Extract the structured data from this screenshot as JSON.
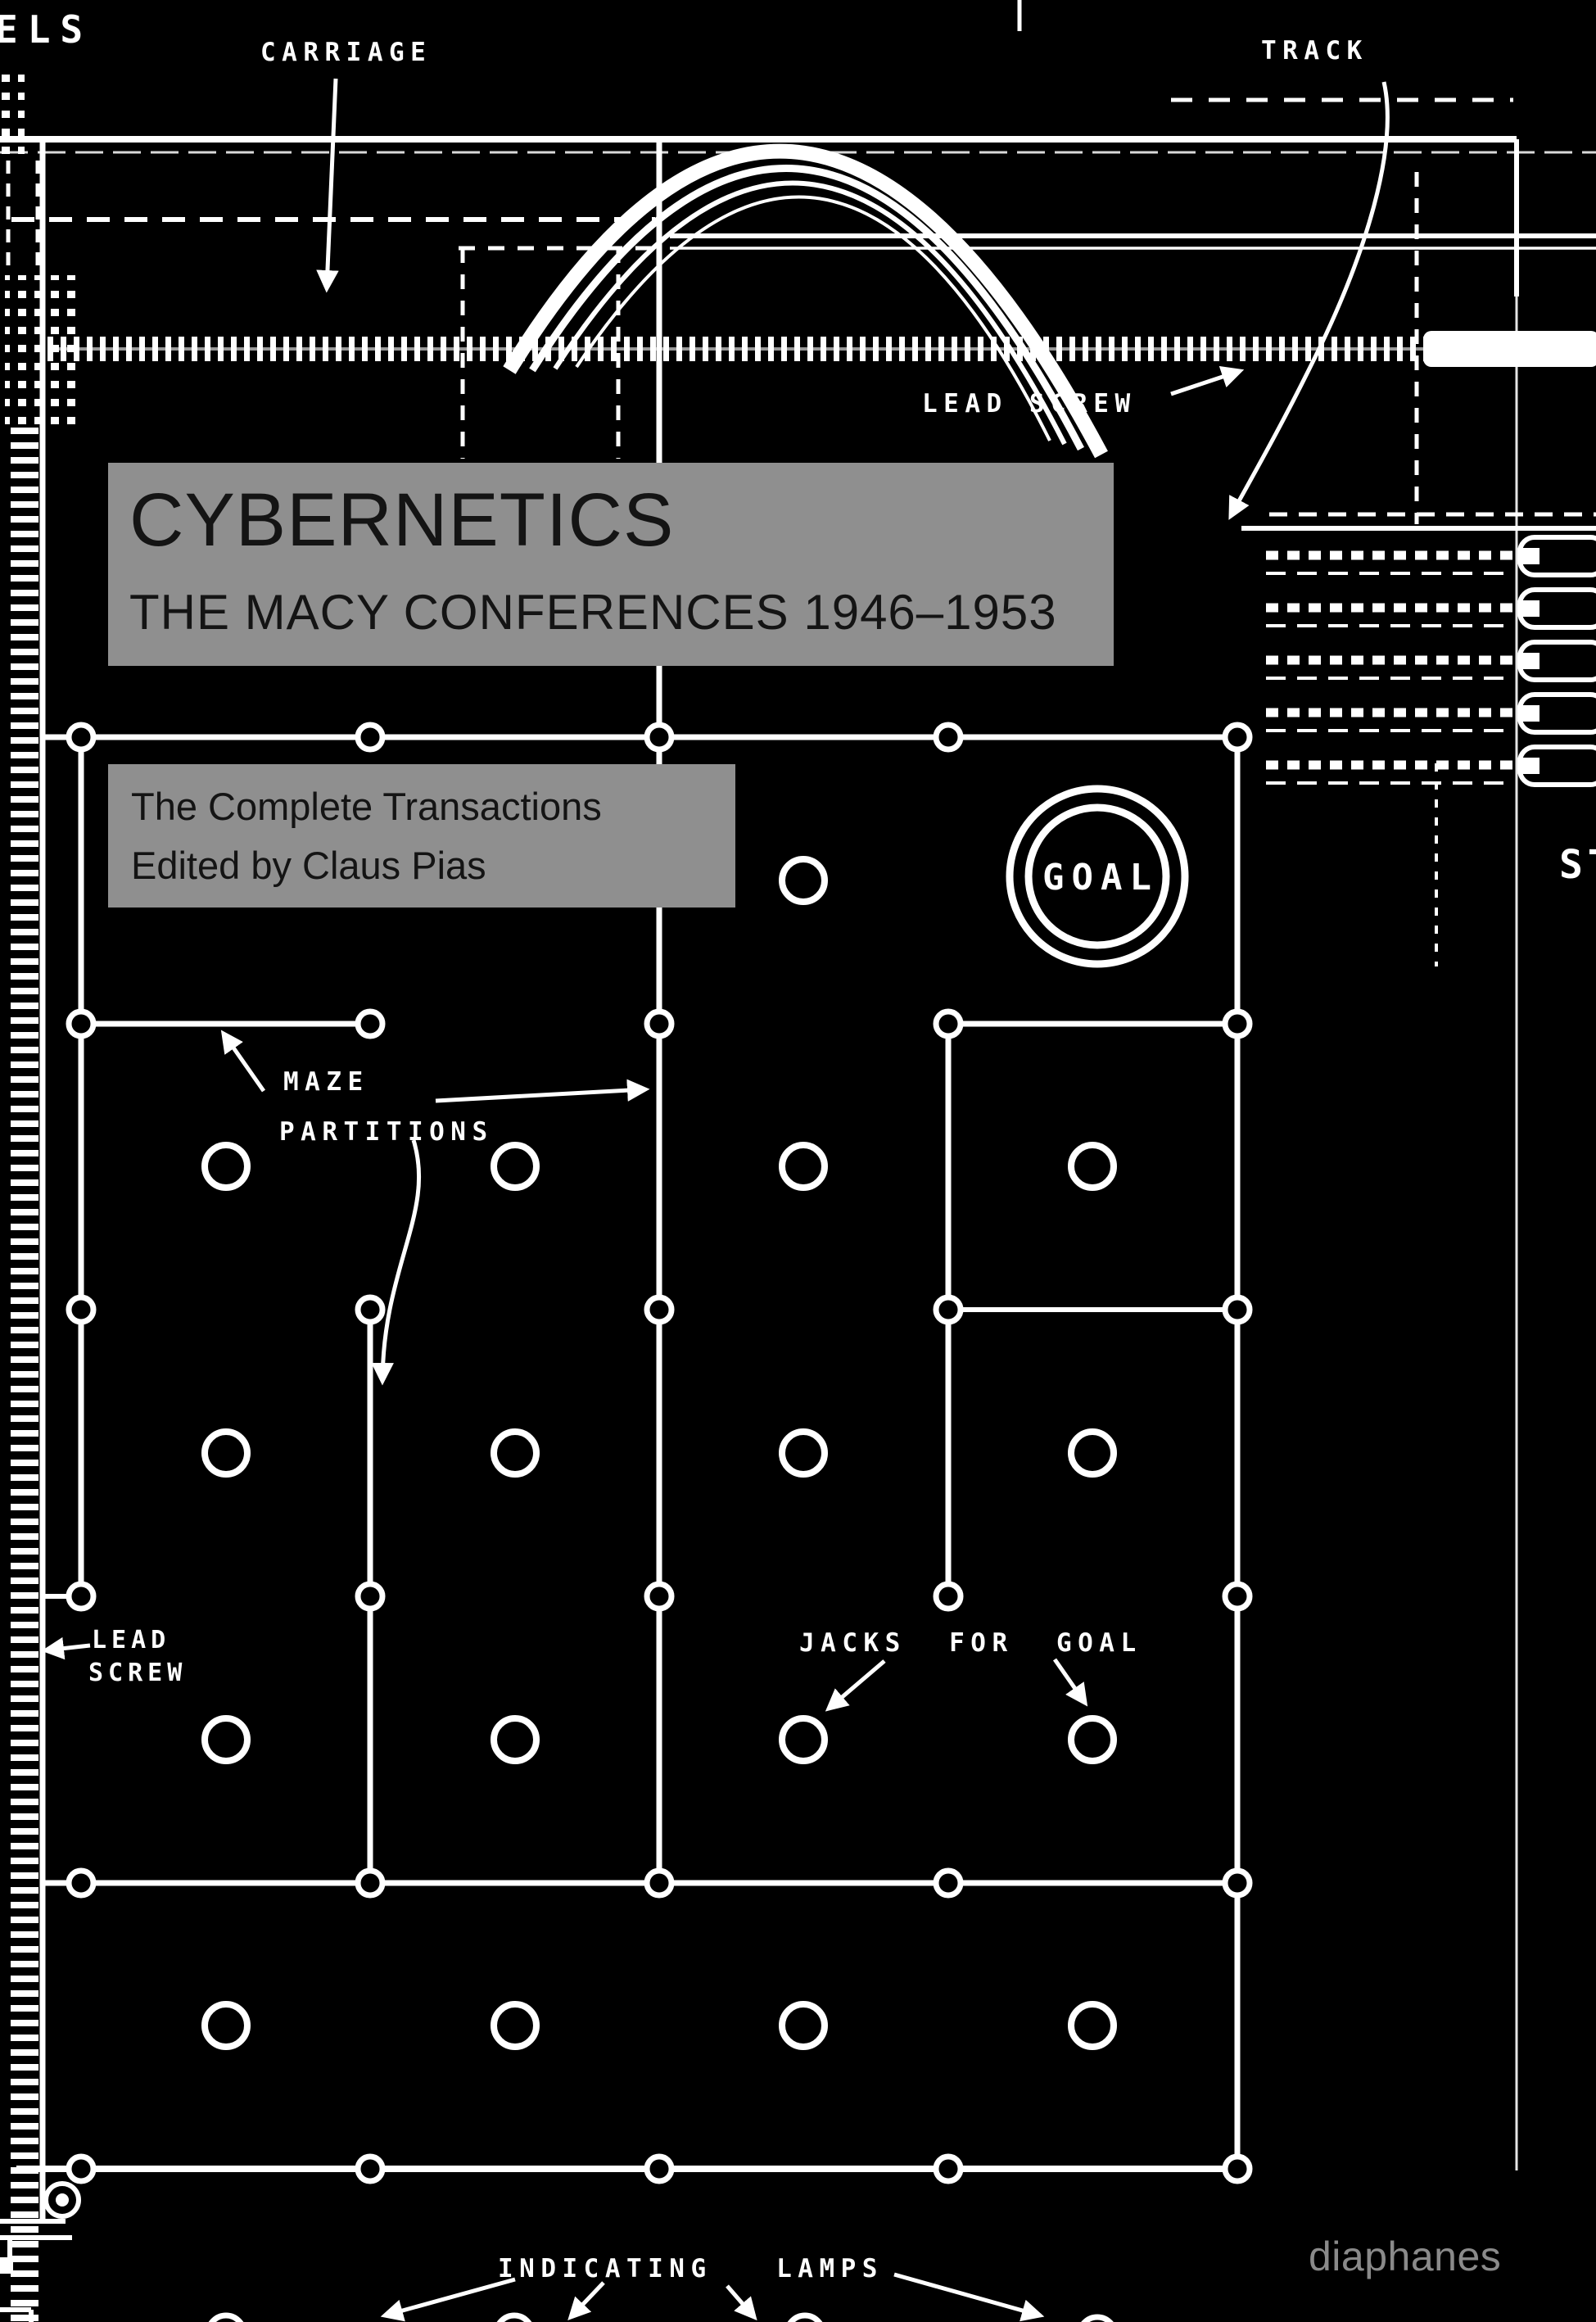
{
  "cover": {
    "title": "CYBERNETICS",
    "subtitle": "THE MACY CONFERENCES 1946–1953",
    "edition_line1": "The Complete Transactions",
    "edition_line2": "Edited by Claus Pias",
    "publisher": "diaphanes"
  },
  "diagram": {
    "labels": {
      "wheels_partial": "ELS",
      "carriage": "CARRIAGE",
      "track": "TRACK",
      "lead_screw": "LEAD SCREW",
      "lead_left_1": "LEAD",
      "lead_left_2": "SCREW",
      "maze_1": "MAZE",
      "maze_2": "PARTITIONS",
      "jacks_for_goal": "JACKS  FOR  GOAL",
      "goal": "GOAL",
      "indicating_lamps": "INDICATING   LAMPS",
      "st_partial": "ST"
    }
  },
  "colors": {
    "background": "#000000",
    "ink": "#ffffff",
    "panel": "#8f8f8f",
    "panel_text": "#141414",
    "publisher_text": "#8a8a8a"
  }
}
